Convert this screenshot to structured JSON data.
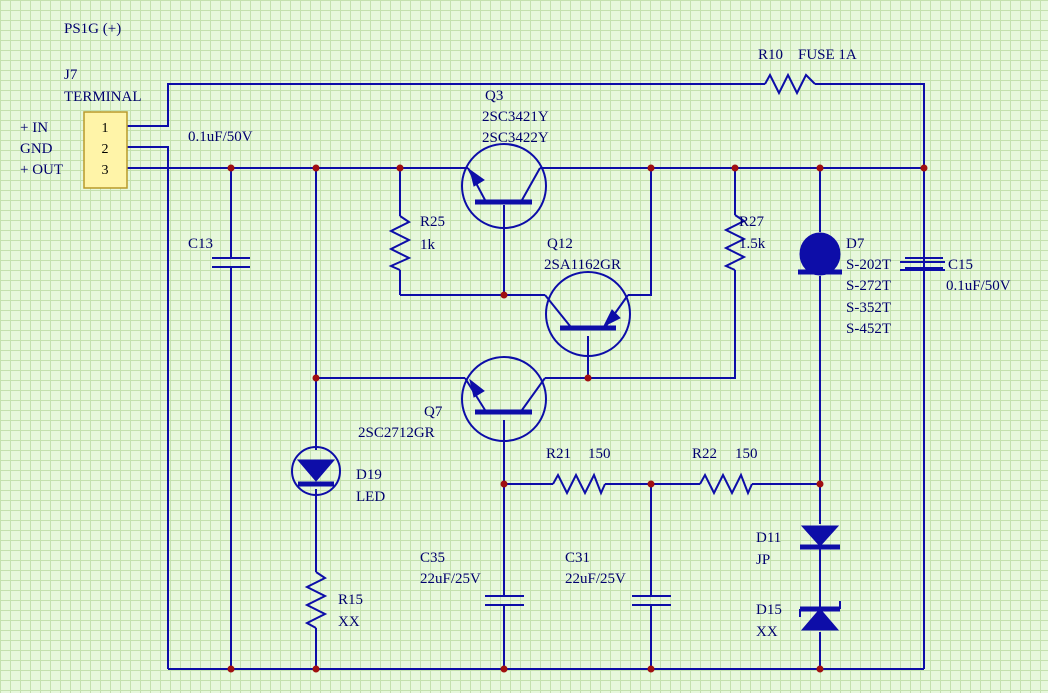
{
  "title": "PS1G (+)",
  "terminal": {
    "ref": "J7",
    "name": "TERMINAL",
    "pins": [
      "1",
      "2",
      "3"
    ],
    "pin_labels": [
      "+ IN",
      "GND",
      "+ OUT"
    ]
  },
  "q3": {
    "ref": "Q3",
    "parts": [
      "2SC3421Y",
      "2SC3422Y"
    ]
  },
  "q12": {
    "ref": "Q12",
    "part": "2SA1162GR"
  },
  "q7": {
    "ref": "Q7",
    "part": "2SC2712GR"
  },
  "r10": {
    "ref": "R10",
    "value": "FUSE 1A"
  },
  "r25": {
    "ref": "R25",
    "value": "1k"
  },
  "r27": {
    "ref": "R27",
    "value": "1.5k"
  },
  "r21": {
    "ref": "R21",
    "value": "150"
  },
  "r22": {
    "ref": "R22",
    "value": "150"
  },
  "r15": {
    "ref": "R15",
    "value": "XX"
  },
  "c13": {
    "ref": "C13",
    "value": "0.1uF/50V"
  },
  "c15": {
    "ref": "C15",
    "value": "0.1uF/50V"
  },
  "c35": {
    "ref": "C35",
    "value": "22uF/25V"
  },
  "c31": {
    "ref": "C31",
    "value": "22uF/25V"
  },
  "d7": {
    "ref": "D7",
    "parts": [
      "S-202T",
      "S-272T",
      "S-352T",
      "S-452T"
    ]
  },
  "d19": {
    "ref": "D19",
    "value": "LED"
  },
  "d11": {
    "ref": "D11",
    "value": "JP"
  },
  "d15": {
    "ref": "D15",
    "value": "XX"
  },
  "colors": {
    "background": "#e7f8dc",
    "grid": "#c4e1ae",
    "wire": "#0d0da8",
    "junction": "#a01010",
    "text": "#00006e",
    "terminal": "#fff4a8"
  }
}
